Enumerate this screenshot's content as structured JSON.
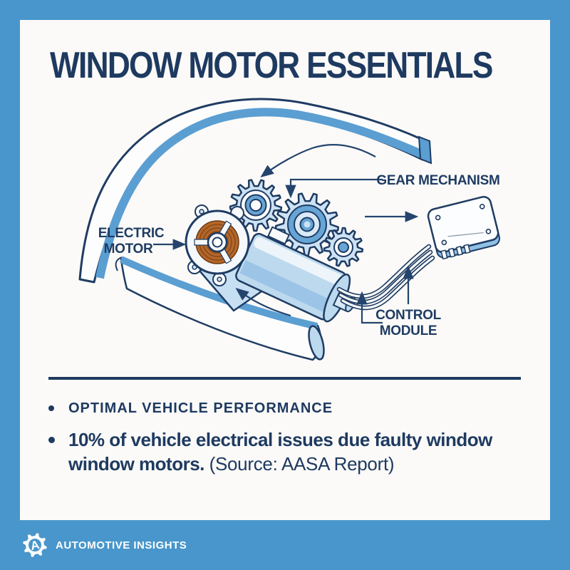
{
  "title": "WINDOW MOTOR ESSENTIALS",
  "diagram": {
    "labels": {
      "electric_motor": [
        "ELECTRIC",
        "MOTOR"
      ],
      "gear_mechanism": "GEAR MECHANISM",
      "control_module": [
        "CONTROL",
        "MODULE"
      ]
    }
  },
  "bullets": [
    {
      "text": "OPTIMAL VEHICLE PERFORMANCE"
    },
    {
      "line1": "10% of vehicle electrical issues due faulty window",
      "line2_bold": "window motors.",
      "source": "(Source: AASA Report)"
    }
  ],
  "footer": {
    "brand": "AUTOMOTIVE INSIGHTS",
    "logo_letter": "A"
  },
  "colors": {
    "accent_blue": "#4896cb",
    "navy": "#1e3a5f",
    "light_blue": "#cde2f4",
    "mid_blue": "#66a5d6",
    "stripe_blue": "#5b9ed2",
    "copper": "#b4672a",
    "card_white": "#fbfaf8"
  }
}
